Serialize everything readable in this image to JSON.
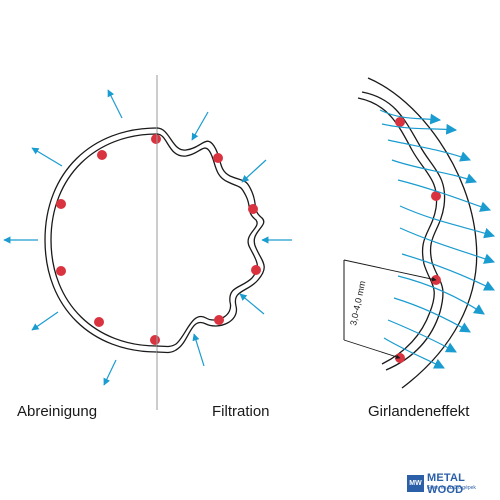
{
  "captions": {
    "cleaning": "Abreinigung",
    "filtration": "Filtration",
    "garland": "Girlandeneffekt"
  },
  "dimension": {
    "label": "3,0-4,0 mm"
  },
  "logo": {
    "mark": "MW",
    "name": "METAL WOOD",
    "tagline": "Filter- és Szűrő gépek"
  },
  "colors": {
    "dot": "#d93340",
    "arrow": "#1a9cd0",
    "line": "#1a1a1a",
    "divider": "#999999",
    "logo": "#2b5fa8"
  },
  "icons": {
    "outward_arrow": "arrow-outward-icon",
    "inward_arrow": "arrow-inward-icon",
    "cage_wire": "red-dot-icon"
  }
}
